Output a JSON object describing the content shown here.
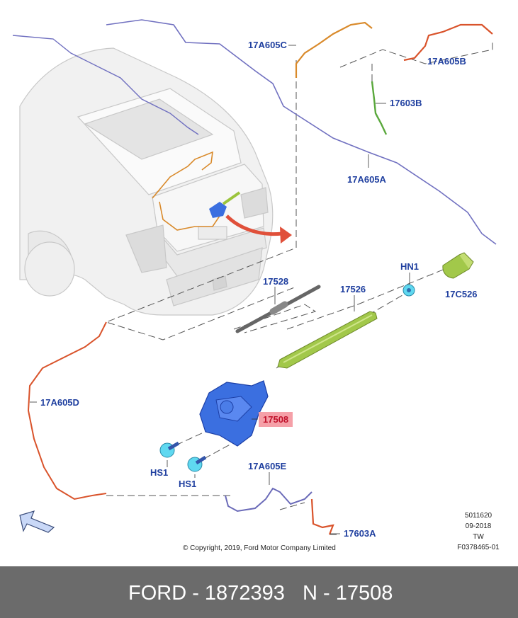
{
  "labels": {
    "l17A605C": "17A605C",
    "l17A605B": "17A605B",
    "l17603B": "17603B",
    "l17A605A": "17A605A",
    "lHN1": "HN1",
    "l17C526": "17C526",
    "l17528": "17528",
    "l17526": "17526",
    "l17508": "17508",
    "l17A605D": "17A605D",
    "lHS1a": "HS1",
    "lHS1b": "HS1",
    "l17A605E": "17A605E",
    "l17603A": "17603A"
  },
  "meta": {
    "code": "5011620",
    "date": "09-2018",
    "region": "TW",
    "figure": "F0378465-01"
  },
  "copyright": "© Copyright, 2019, Ford Motor Company Limited",
  "footer": {
    "brand_part": "FORD - 1872393",
    "number": "N - 17508"
  },
  "colors": {
    "label_blue": "#1f3f9f",
    "highlight_bg": "#f5a0a8",
    "highlight_text": "#c0102a",
    "wire_orange": "#d98a2b",
    "wire_red": "#d9532b",
    "wire_purple": "#6a6ab8",
    "part_green": "#9bc43c",
    "part_blue": "#3b6fe0",
    "part_cyan": "#5fd8f0",
    "footer_bg": "#6b6b6b"
  }
}
